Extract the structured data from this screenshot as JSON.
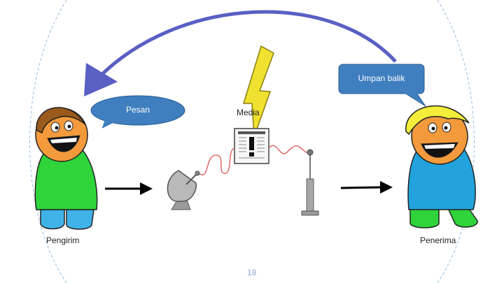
{
  "sender": {
    "label": "Pengirim"
  },
  "receiver": {
    "label": "Penerima"
  },
  "message_bubble": {
    "label": "Pesan"
  },
  "feedback_bubble": {
    "label": "Umpan balik"
  },
  "media": {
    "label": "Media"
  },
  "page_number": "18",
  "colors": {
    "feedback_arrow": "#5a5fc4",
    "bubble_fill": "#3f7fc0",
    "bubble_stroke": "#2c5e93",
    "lightning": "#f0e130",
    "sender_shirt": "#2ed43a",
    "sender_pants": "#3fb3e8",
    "receiver_shirt": "#22a3dd",
    "receiver_pants": "#2ed43a",
    "skin": "#f39a3c",
    "sender_hair": "#9a5a1c",
    "receiver_hair": "#f4ee3a",
    "signal_wave": "#e06a6a",
    "circle_guide": "#9ab9dd"
  }
}
